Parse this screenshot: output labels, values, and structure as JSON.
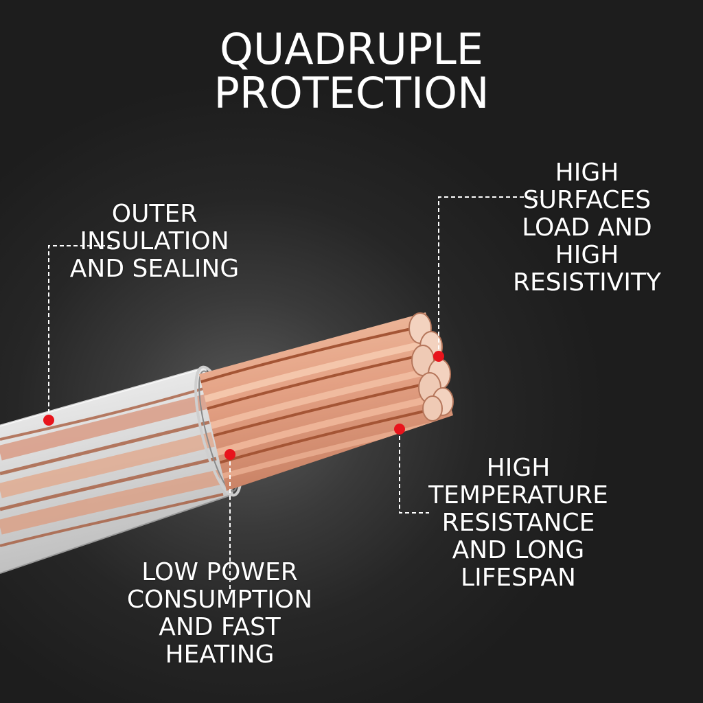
{
  "title": {
    "line1": "QUADRUPLE",
    "line2": "PROTECTION"
  },
  "callouts": {
    "outer_insulation": [
      "OUTER",
      "INSULATION",
      "AND SEALING"
    ],
    "high_surfaces": [
      "HIGH",
      "SURFACES",
      "LOAD AND",
      "HIGH",
      "RESISTIVITY"
    ],
    "high_temperature": [
      "HIGH",
      "TEMPERATURE",
      "RESISTANCE",
      "AND LONG",
      "LIFESPAN"
    ],
    "low_power": [
      "LOW POWER",
      "CONSUMPTION",
      "AND FAST",
      "HEATING"
    ]
  },
  "colors": {
    "background": "#1f1f1f",
    "copper": "#e8a98a",
    "copper_dark": "#a8553a",
    "insulation": "#e6e6e6",
    "marker": "#e8141c",
    "text": "#ffffff"
  }
}
